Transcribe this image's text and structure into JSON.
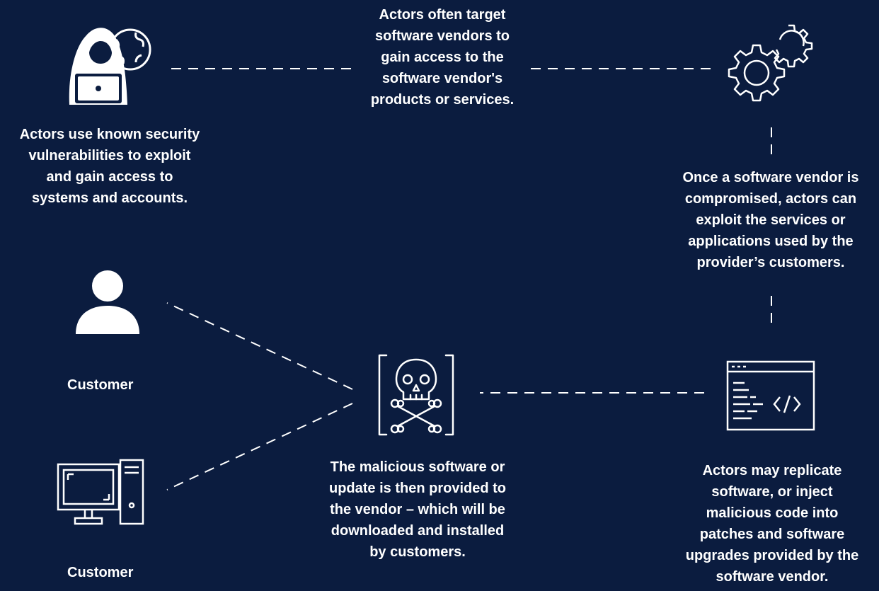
{
  "colors": {
    "background": "#0b1c3f",
    "foreground": "#ffffff"
  },
  "nodes": {
    "hacker": {
      "icon": "hacker-with-globe-icon",
      "text": "Actors use known security\nvulnerabilities to exploit\nand gain access to\nsystems and accounts."
    },
    "vendor_target": {
      "text": "Actors often target\nsoftware vendors to\ngain access to the\nsoftware vendor's\nproducts or services."
    },
    "vendor": {
      "icon": "gears-icon",
      "text": "Once a software vendor is\ncompromised, actors can\nexploit the services or\napplications used by the\nprovider’s customers."
    },
    "code": {
      "icon": "code-window-icon",
      "text": "Actors may replicate\nsoftware, or inject\nmalicious code into\npatches and software\nupgrades provided by the\nsoftware vendor."
    },
    "malware": {
      "icon": "skull-crossbones-icon",
      "text": "The malicious software or\nupdate is then provided to\nthe vendor – which will be\ndownloaded and installed\nby customers."
    },
    "customer_person": {
      "icon": "person-icon",
      "label": "Customer"
    },
    "customer_computer": {
      "icon": "desktop-computer-icon",
      "label": "Customer"
    }
  }
}
